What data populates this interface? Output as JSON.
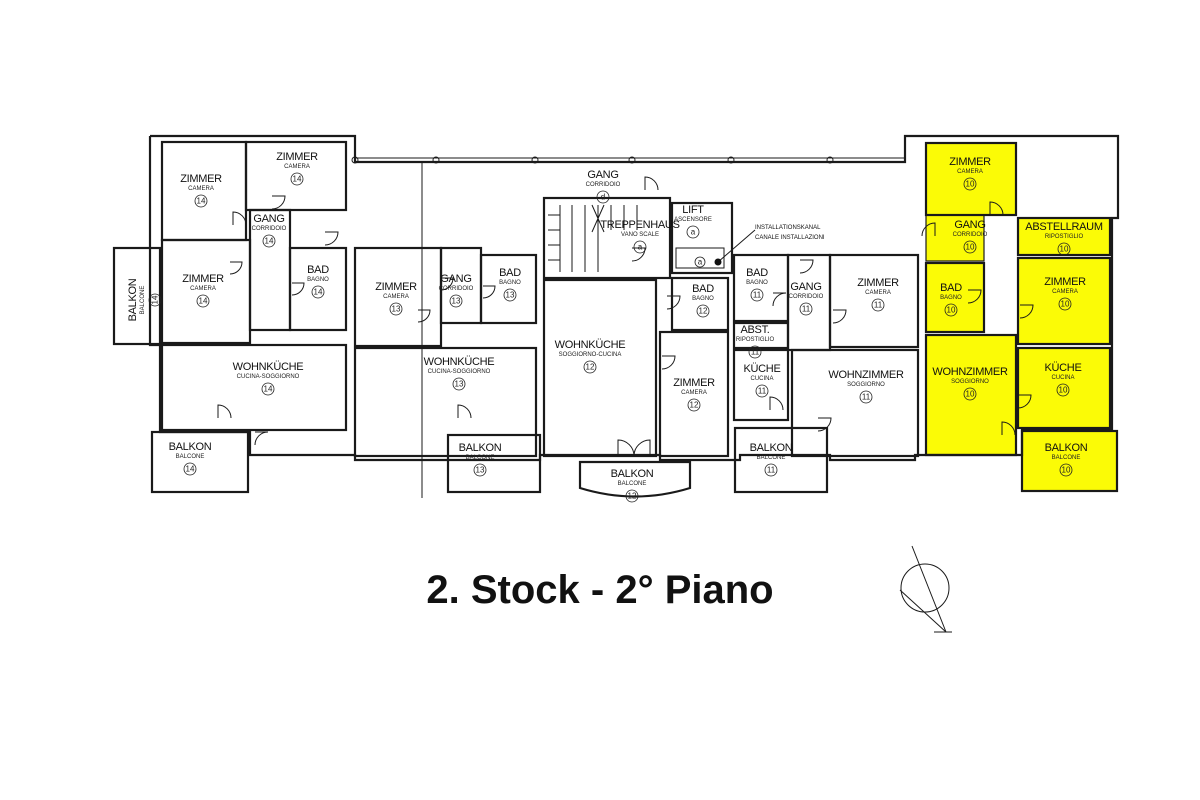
{
  "title": "2. Stock - 2° Piano",
  "colors": {
    "highlight": "#fbfb06",
    "walls": "#1a1a1a"
  },
  "annotations": {
    "installation_top": "INSTALLATIONSKANAL",
    "installation_bottom": "CANALE INSTALLAZIONI",
    "lift_badge": "a"
  },
  "rooms": [
    {
      "name": "ZIMMER",
      "sub": "CAMERA",
      "num": "14"
    },
    {
      "name": "ZIMMER",
      "sub": "CAMERA",
      "num": "14"
    },
    {
      "name": "GANG",
      "sub": "CORRIDOIO",
      "num": "14"
    },
    {
      "name": "ZIMMER",
      "sub": "CAMERA",
      "num": "14"
    },
    {
      "name": "BAD",
      "sub": "BAGNO",
      "num": "14"
    },
    {
      "name": "BALKON",
      "sub": "BALCONE",
      "num": "14"
    },
    {
      "name": "WOHNKÜCHE",
      "sub": "CUCINA-SOGGIORNO",
      "num": "14"
    },
    {
      "name": "BALKON",
      "sub": "BALCONE",
      "num": "14"
    },
    {
      "name": "ZIMMER",
      "sub": "CAMERA",
      "num": "13"
    },
    {
      "name": "GANG",
      "sub": "CORRIDOIO",
      "num": "13"
    },
    {
      "name": "BAD",
      "sub": "BAGNO",
      "num": "13"
    },
    {
      "name": "WOHNKÜCHE",
      "sub": "CUCINA-SOGGIORNO",
      "num": "13"
    },
    {
      "name": "BALKON",
      "sub": "BALCONE",
      "num": "13"
    },
    {
      "name": "GANG",
      "sub": "CORRIDOIO",
      "num": "d"
    },
    {
      "name": "TREPPENHAUS",
      "sub": "VANO SCALE",
      "num": "a"
    },
    {
      "name": "LIFT",
      "sub": "ASCENSORE",
      "num": "a"
    },
    {
      "name": "BAD",
      "sub": "BAGNO",
      "num": "12"
    },
    {
      "name": "WOHNKÜCHE",
      "sub": "SOGGIORNO-CUCINA",
      "num": "12"
    },
    {
      "name": "ZIMMER",
      "sub": "CAMERA",
      "num": "12"
    },
    {
      "name": "BALKON",
      "sub": "BALCONE",
      "num": "12"
    },
    {
      "name": "BAD",
      "sub": "BAGNO",
      "num": "11"
    },
    {
      "name": "GANG",
      "sub": "CORRIDOIO",
      "num": "11"
    },
    {
      "name": "ZIMMER",
      "sub": "CAMERA",
      "num": "11"
    },
    {
      "name": "ABST.",
      "sub": "RIPOSTIGLIO",
      "num": "11"
    },
    {
      "name": "KÜCHE",
      "sub": "CUCINA",
      "num": "11"
    },
    {
      "name": "WOHNZIMMER",
      "sub": "SOGGIORNO",
      "num": "11"
    },
    {
      "name": "BALKON",
      "sub": "BALCONE",
      "num": "11"
    },
    {
      "name": "ZIMMER",
      "sub": "CAMERA",
      "num": "10"
    },
    {
      "name": "GANG",
      "sub": "CORRIDOIO",
      "num": "10"
    },
    {
      "name": "ABSTELLRAUM",
      "sub": "RIPOSTIGLIO",
      "num": "10"
    },
    {
      "name": "BAD",
      "sub": "BAGNO",
      "num": "10"
    },
    {
      "name": "ZIMMER",
      "sub": "CAMERA",
      "num": "10"
    },
    {
      "name": "WOHNZIMMER",
      "sub": "SOGGIORNO",
      "num": "10"
    },
    {
      "name": "KÜCHE",
      "sub": "CUCINA",
      "num": "10"
    },
    {
      "name": "BALKON",
      "sub": "BALCONE",
      "num": "10"
    }
  ]
}
